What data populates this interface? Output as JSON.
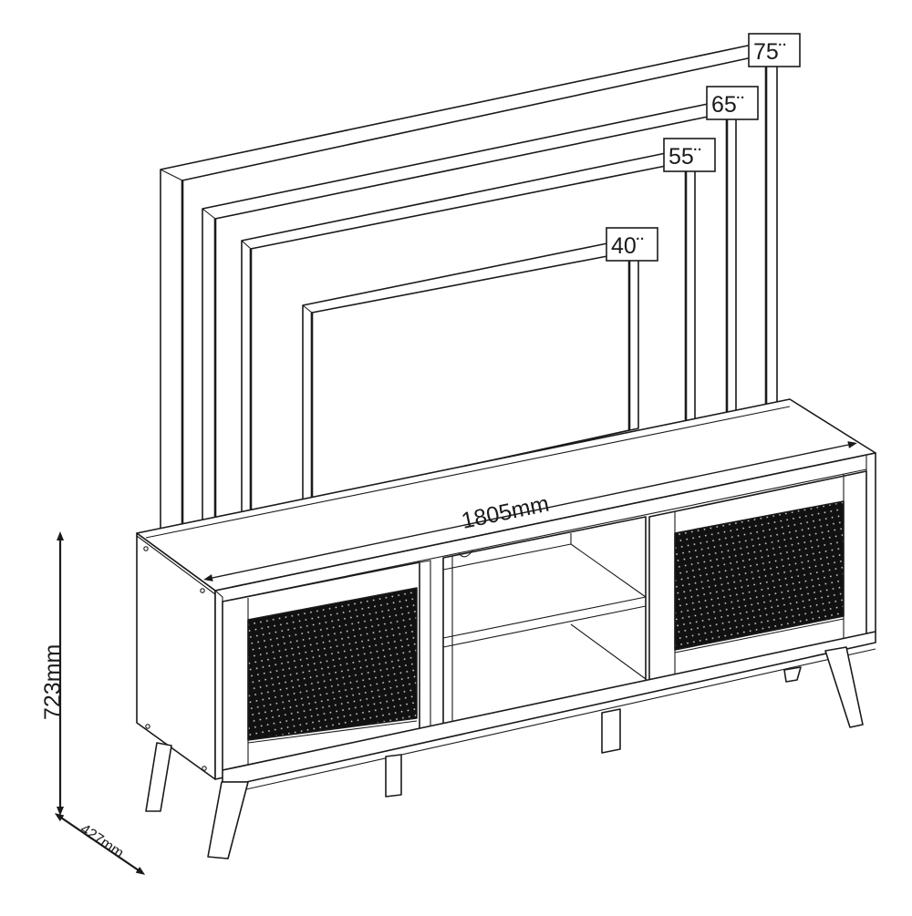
{
  "diagram": {
    "subject": "TV stand with rattan-style cane door panels and angled legs",
    "tv_size_labels": [
      {
        "label": "75¨",
        "size_in": 75
      },
      {
        "label": "65¨",
        "size_in": 65
      },
      {
        "label": "55¨",
        "size_in": 55
      },
      {
        "label": "40¨",
        "size_in": 40
      }
    ],
    "dimensions": {
      "width": "1805mm",
      "height": "723mm",
      "depth": "427mm"
    },
    "colors": {
      "line": "#1a1a1a",
      "background": "#ffffff",
      "cane_panel": "#111111",
      "cane_dots": "#d9d9d9"
    }
  }
}
